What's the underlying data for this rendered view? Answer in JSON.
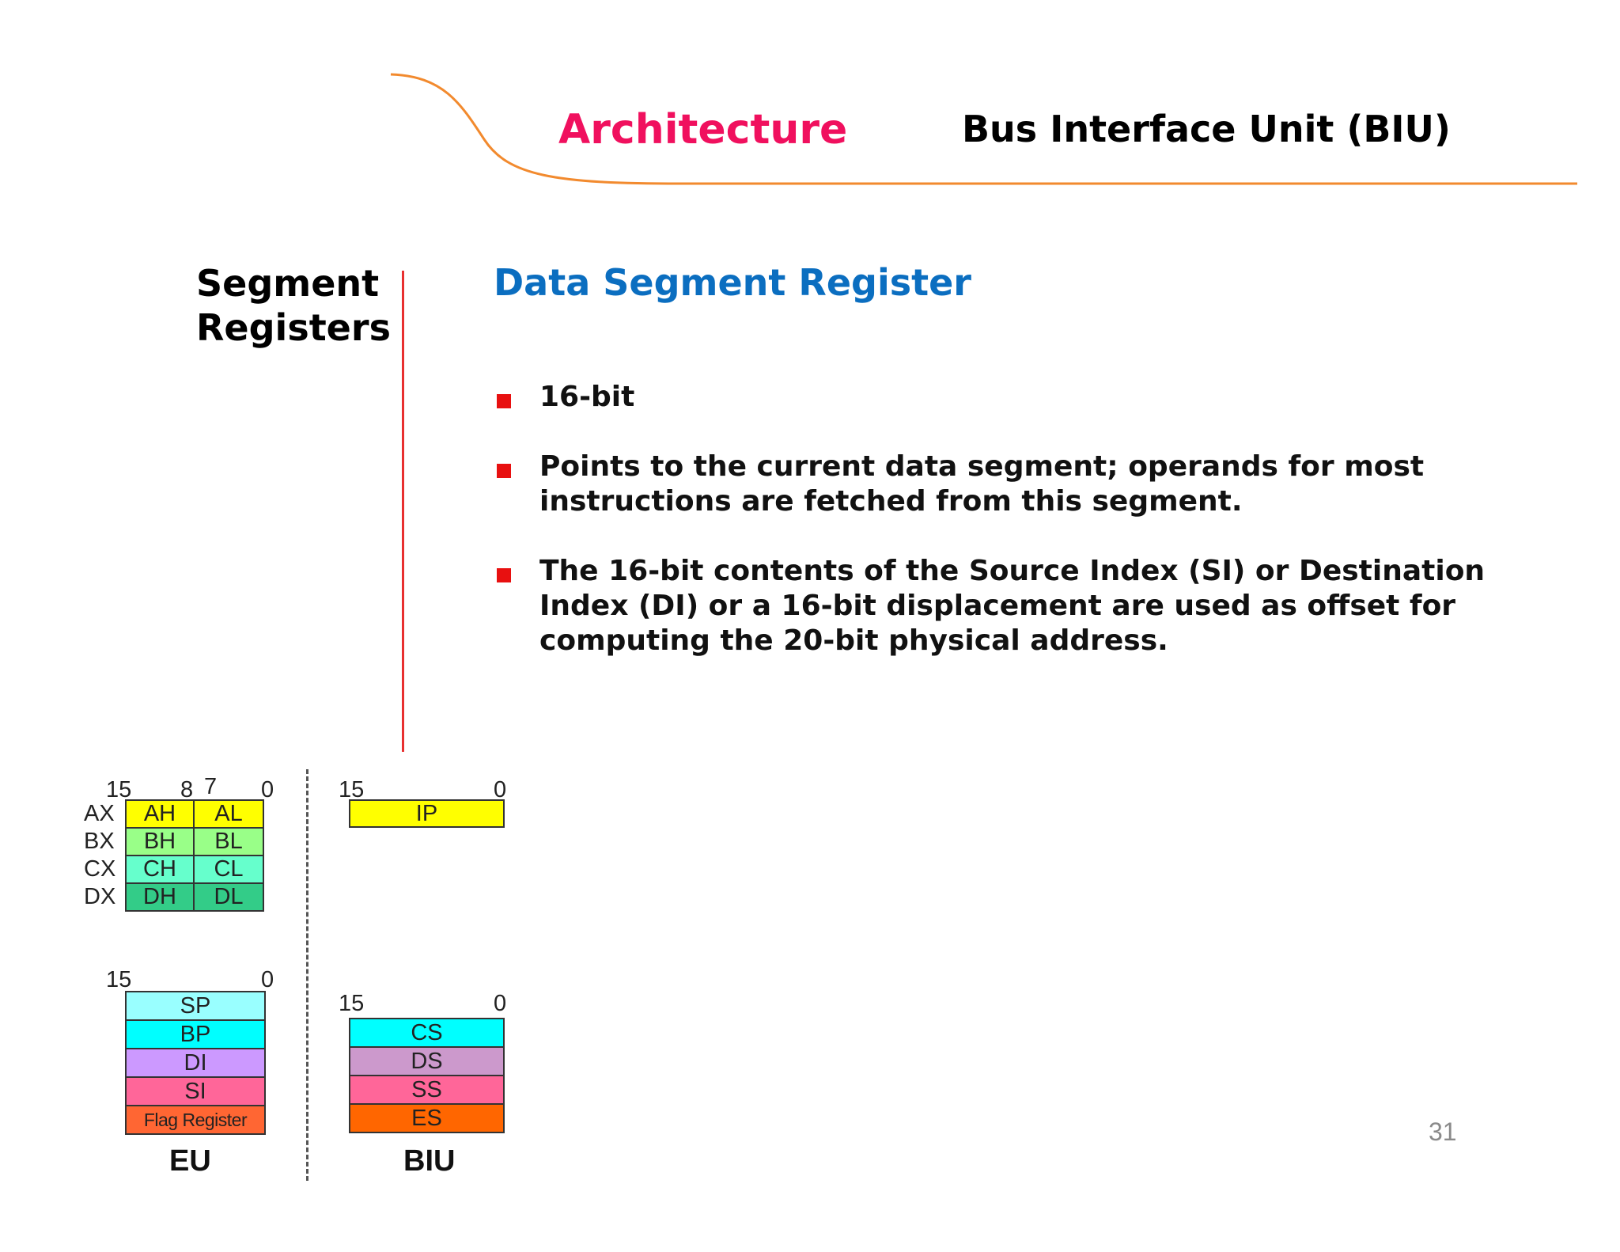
{
  "header": {
    "section": "Architecture",
    "title": "Bus Interface Unit (BIU)"
  },
  "side_title": [
    "Segment",
    "Registers"
  ],
  "subtitle": "Data Segment Register",
  "bullets": [
    "16-bit",
    "Points to the current data segment; operands for most instructions are fetched from this segment.",
    "The 16-bit contents of the Source Index (SI) or Destination Index (DI) or a 16-bit displacement are used as offset for computing the 20-bit physical address."
  ],
  "page_number": "31",
  "colors": {
    "section": "#f0105e",
    "subtitle": "#0b6ec0",
    "divider": "#e83030",
    "swoosh": "#f28a2e",
    "bullet": "#e81010"
  },
  "diagram": {
    "gp_bits": {
      "b15": "15",
      "b8": "8",
      "b7": "7",
      "b0": "0"
    },
    "gp_rows": [
      {
        "name": "AX",
        "high": "AH",
        "low": "AL",
        "color": "#ffff00"
      },
      {
        "name": "BX",
        "high": "BH",
        "low": "BL",
        "color": "#99ff88"
      },
      {
        "name": "CX",
        "high": "CH",
        "low": "CL",
        "color": "#66ffcc"
      },
      {
        "name": "DX",
        "high": "DH",
        "low": "DL",
        "color": "#33cc88"
      }
    ],
    "ip_bits": {
      "b15": "15",
      "b0": "0"
    },
    "ip": {
      "label": "IP",
      "color": "#ffff00"
    },
    "eu_bits": {
      "b15": "15",
      "b0": "0"
    },
    "eu_regs": [
      {
        "label": "SP",
        "color": "#99ffff"
      },
      {
        "label": "BP",
        "color": "#00ffff"
      },
      {
        "label": "DI",
        "color": "#cc99ff"
      },
      {
        "label": "SI",
        "color": "#ff6699"
      },
      {
        "label": "Flag Register",
        "color": "#ff6633"
      }
    ],
    "eu_label": "EU",
    "seg_bits": {
      "b15": "15",
      "b0": "0"
    },
    "seg_regs": [
      {
        "label": "CS",
        "color": "#00ffff"
      },
      {
        "label": "DS",
        "color": "#cc99cc"
      },
      {
        "label": "SS",
        "color": "#ff6699"
      },
      {
        "label": "ES",
        "color": "#ff6600"
      }
    ],
    "biu_label": "BIU"
  }
}
